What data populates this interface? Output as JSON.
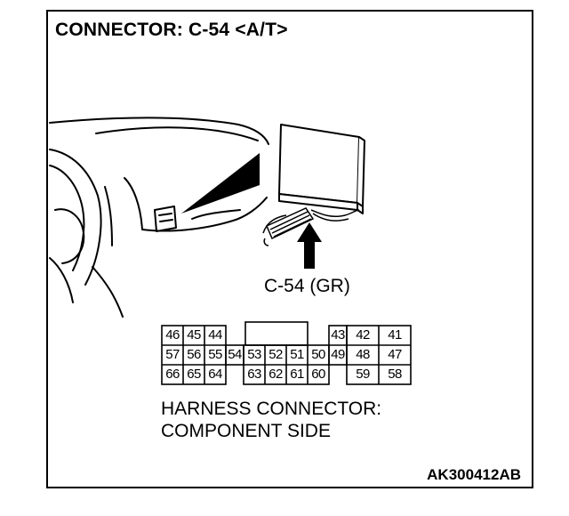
{
  "title": "CONNECTOR: C-54 <A/T>",
  "connector_label": "C-54 (GR)",
  "pins": {
    "row1_left": [
      "46",
      "45",
      "44"
    ],
    "row1_right": [
      "43",
      "42",
      "41"
    ],
    "row2_left": [
      "57",
      "56",
      "55"
    ],
    "row2_center_single": "54",
    "row2_mid": [
      "53",
      "52",
      "51",
      "50"
    ],
    "row2_right": [
      "49",
      "48",
      "47"
    ],
    "row3_left": [
      "66",
      "65",
      "64"
    ],
    "row3_mid": [
      "63",
      "62",
      "61",
      "60"
    ],
    "row3_right": [
      "59",
      "58"
    ]
  },
  "note_line1": "HARNESS CONNECTOR:",
  "note_line2": "COMPONENT SIDE",
  "figure_code": "AK300412AB"
}
